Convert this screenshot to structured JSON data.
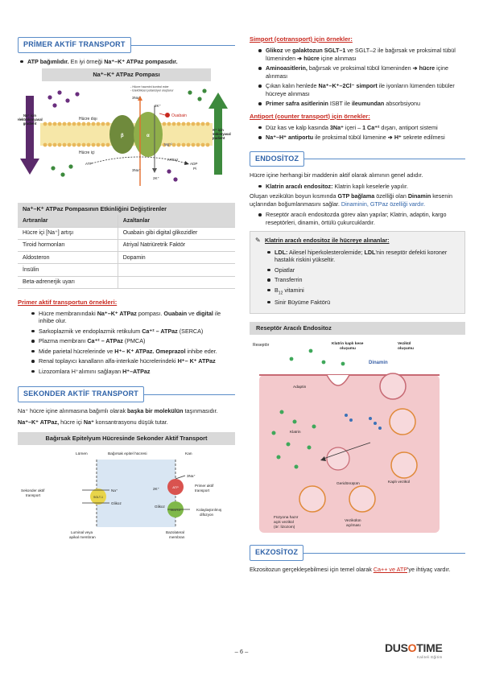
{
  "primer": {
    "title": "PRİMER AKTİF TRANSPORT",
    "bullet1_a": "ATP bağımlıdır.",
    "bullet1_b": " En iyi örneği ",
    "bullet1_c": "Na⁺–K⁺ ATPaz pompasıdır.",
    "pump_header": "Na⁺–K⁺ ATPaz Pompası",
    "diagram": {
      "note1": "- Hücre hacmini kontrol eder",
      "note2": "- Elektriksel potansiyel oluşturur",
      "na3_top": "3Na⁺",
      "k2_top": "2K⁺",
      "ouabain": "Ouabain",
      "outside": "Hücre dışı",
      "inside": "Hücre içi",
      "beta": "β",
      "alpha": "α",
      "mg": "Mg⁺²",
      "atpaz": "ATPaz",
      "atp": "ATP",
      "adp": "ADP",
      "pi": "Pi",
      "na3_bottom": "3Na⁺",
      "k2_bottom": "2K⁺",
      "na_grad_1": "Na⁺ için",
      "na_grad_2": "elektrokimyasal",
      "na_grad_3": "gradient",
      "k_grad_1": "K⁺ için",
      "k_grad_2": "elektrokimyasal",
      "k_grad_3": "gradient"
    },
    "table": {
      "caption": "Na⁺–K⁺ ATPaz Pompasının Etkinliğini Değiştirenler",
      "head_inc": "Artıranlar",
      "head_dec": "Azaltanlar",
      "rows": [
        [
          "Hücre içi [Na⁺] artışı",
          "Ouabain gibi digital glikozidler"
        ],
        [
          "Tiroid hormonları",
          "Atriyal Natriüretrik Faktör"
        ],
        [
          "Aldosteron",
          "Dopamin"
        ],
        [
          "İnsülin",
          ""
        ],
        [
          "Beta-adrenerjik uyarı",
          ""
        ]
      ]
    },
    "examples_title": "Primer aktif transportun örnekleri:",
    "ex1_a": "Hücre membranındaki ",
    "ex1_b": "Na⁺–K⁺ ATPaz",
    "ex1_c": " pompası. ",
    "ex1_d": "Ouabain",
    "ex1_e": " ve ",
    "ex1_f": "digital",
    "ex1_g": " ile inhibe olur.",
    "ex2_a": "Sarkoplazmik ve endoplazmik retikulum ",
    "ex2_b": "Ca⁺² – ATPaz",
    "ex2_c": " (SERCA)",
    "ex3_a": "Plazma membranı ",
    "ex3_b": "Ca⁺² – ATPaz",
    "ex3_c": " (PMCA)",
    "ex4_a": "Mide parietal hücrelerinde ve ",
    "ex4_b": "H⁺– K⁺ ATPaz. Omeprazol",
    "ex4_c": " inhibe eder.",
    "ex5_a": "Renal toplayıcı kanalların alfa-interkale hücrelerindeki ",
    "ex5_b": "H⁺– K⁺ ATPaz",
    "ex6_a": "Lizozomlara H⁺alımını sağlayan ",
    "ex6_b": "H⁺–ATPaz"
  },
  "sekonder": {
    "title": "SEKONDER AKTİF TRANSPORT",
    "p1_a": "Na⁺ hücre içine alınmasına bağımlı olarak ",
    "p1_b": "başka bir molekülün",
    "p1_c": " taşınmasıdır.",
    "p2_a": "Na⁺–K⁺ ATPaz,",
    "p2_b": " hücre içi ",
    "p2_c": "Na⁺",
    "p2_d": " konsantrasyonu düşük tutar.",
    "fig_header": "Bağırsak Epitelyum Hücresinde Sekonder Aktif Transport",
    "d": {
      "lumen": "Lümen",
      "cell": "Bağırsak epitel hücresi",
      "blood": "Kan",
      "sec_1": "Sekonder aktif",
      "sec_2": "transport",
      "na": "Na⁺",
      "glucose": "Glikoz",
      "sglt": "SGLT-1",
      "na3": "3Na⁺",
      "k2": "2K⁺",
      "atp": "ATP",
      "glut": "GLUT-2",
      "glucose2": "Glikoz",
      "prim_1": "Primer aktif",
      "prim_2": "transport",
      "fac_1": "Kolaylaştırılmış",
      "fac_2": "difüzyon",
      "lum_1": "Luminal veya",
      "lum_2": "apikal membran",
      "baso_1": "Bazolateral",
      "baso_2": "membran"
    }
  },
  "simport": {
    "title": "Simport (cotransport) için örnekler:",
    "i1_a": "Glikoz",
    "i1_b": " ve ",
    "i1_c": "galaktozun SGLT–1",
    "i1_d": " ve SGLT–2 ile bağırsak ve proksimal tübül lümeninden ",
    "i1_e": "➔ hücre",
    "i1_f": " içine alınması",
    "i2_a": "Aminoasitlerin,",
    "i2_b": " bağırsak ve proksimal tübül lümeninden ",
    "i2_c": "➔ hücre",
    "i2_d": " içine alınması",
    "i3_a": "Çıkan kalın henlede ",
    "i3_b": "Na⁺–K⁺–2Cl⁻ simport",
    "i3_c": " ile iyonların lümenden tübüler hücreye alınması",
    "i4_a": "Primer safra asitlerinin",
    "i4_b": " ISBT ile ",
    "i4_c": "ileumundan",
    "i4_d": " absorbsiyonu"
  },
  "antiport": {
    "title": "Antiport (counter transport) için örnekler:",
    "i1_a": "Düz kas ve kalp kasında ",
    "i1_b": "3Na⁺",
    "i1_c": " içeri – ",
    "i1_d": "1 Ca⁺²",
    "i1_e": " dışarı, antiport sistemi",
    "i2_a": "Na⁺–H⁺ antiportu",
    "i2_b": " ile proksimal tübül lümenine ",
    "i2_c": "➔ H⁺",
    "i2_d": " sekrete edilmesi"
  },
  "endositoz": {
    "title": "ENDOSİTOZ",
    "p1": "Hücre içine herhangi bir maddenin aktif olarak alımının genel adıdır.",
    "b1_a": "Klatrin aracılı endositoz:",
    "b1_b": " Klatrin kaplı keselerle yapılır.",
    "p2_a": "Oluşan vezikülün boyun kısmında ",
    "p2_b": "GTP bağlama",
    "p2_c": " özelliği olan ",
    "p2_d": "Dinamin",
    "p2_e": " kesenin uçlarından boğumlanmasını sağlar. ",
    "p2_f": "Dinaminin, GTPaz özelliği vardır.",
    "b2": "Reseptör aracılı endositozda görev alan yapılar; Klatrin, adaptin, kargo reseptörleri, dinamin, örtülü çukurcuklardır.",
    "box_title": "Klatrin aracılı endositoz ile hücreye alınanlar:",
    "box_i1_a": "LDL:",
    "box_i1_b": " Ailesel hiperkolesterolemide; ",
    "box_i1_c": "LDL",
    "box_i1_d": "'nin reseptör defekti koroner hastalık riskini yükseltir.",
    "box_i2": "Opiatlar",
    "box_i3": "Transferrin",
    "box_i4_a": "B",
    "box_i4_b": "12",
    "box_i4_c": " vitamini",
    "box_i5": "Sinir Büyüme Faktörü",
    "fig_header": "Reseptör Aracılı Endositoz",
    "fd": {
      "receptor": "Reseptör",
      "clathrin_coat_1": "Klatrin kaplı kese",
      "clathrin_coat_2": "oluşumu",
      "vesicle_1": "Vezikül",
      "vesicle_2": "oluşumu",
      "dynamin": "Dinamin",
      "adaptin": "Adaptin",
      "clathrin": "Klatrin",
      "recycling": "Geridönüşüm",
      "coated_vesicle": "Kaplı vezikül",
      "fusion_1": "Füzyona hazır",
      "fusion_2": "açık vezikül",
      "fusion_3": "(ör: lizozom)",
      "opened_1": "Vezikülün",
      "opened_2": "açılması"
    }
  },
  "ekzositoz": {
    "title": "EKZOSİTOZ",
    "p_a": "Ekzositozun gerçekleşebilmesi için temel olarak ",
    "p_b": "Ca++ ve ATP",
    "p_c": "'ye ihtiyaç vardır."
  },
  "footer": {
    "page": "– 6 –",
    "logo_a": "DUS",
    "logo_b": "O",
    "logo_c": "TIME",
    "logo_sub": "Kaliteli Eğitim"
  },
  "colors": {
    "accent": "#2e62a8",
    "red": "#c8281e",
    "gray": "#d9d9d9"
  }
}
